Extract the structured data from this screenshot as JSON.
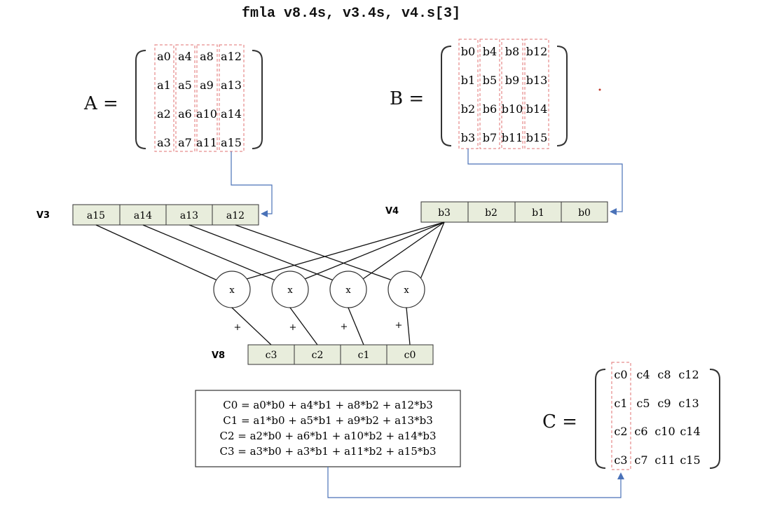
{
  "instruction": "fmla v8.4s, v3.4s, v4.s[3]",
  "matrix_a": {
    "label": "A =",
    "rows": [
      [
        "a0",
        "a4",
        "a8",
        "a12"
      ],
      [
        "a1",
        "a5",
        "a9",
        "a13"
      ],
      [
        "a2",
        "a6",
        "a10",
        "a14"
      ],
      [
        "a3",
        "a7",
        "a11",
        "a15"
      ]
    ]
  },
  "matrix_b": {
    "label": "B =",
    "rows": [
      [
        "b0",
        "b4",
        "b8",
        "b12"
      ],
      [
        "b1",
        "b5",
        "b9",
        "b13"
      ],
      [
        "b2",
        "b6",
        "b10",
        "b14"
      ],
      [
        "b3",
        "b7",
        "b11",
        "b15"
      ]
    ]
  },
  "matrix_c": {
    "label": "C =",
    "rows": [
      [
        "c0",
        "c4",
        "c8",
        "c12"
      ],
      [
        "c1",
        "c5",
        "c9",
        "c13"
      ],
      [
        "c2",
        "c6",
        "c10",
        "c14"
      ],
      [
        "c3",
        "c7",
        "c11",
        "c15"
      ]
    ]
  },
  "registers": {
    "v3": {
      "label": "V3",
      "cells": [
        "a15",
        "a14",
        "a13",
        "a12"
      ]
    },
    "v4": {
      "label": "V4",
      "cells": [
        "b3",
        "b2",
        "b1",
        "b0"
      ]
    },
    "v8": {
      "label": "V8",
      "cells": [
        "c3",
        "c2",
        "c1",
        "c0"
      ]
    }
  },
  "multipliers": [
    "x",
    "x",
    "x",
    "x"
  ],
  "plus_signs": [
    "+",
    "+",
    "+",
    "+"
  ],
  "formulas": [
    "C0 = a0*b0 + a4*b1 + a8*b2 + a12*b3",
    "C1 = a1*b0 + a5*b1 + a9*b2 + a13*b3",
    "C2 = a2*b0 + a6*b1 + a10*b2 + a14*b3",
    "C3 = a3*b0 + a3*b1 + a11*b2 + a15*b3"
  ],
  "colors": {
    "register_fill": "#e8eddc",
    "dashed_highlight": "#e07070",
    "arrow": "#4a72b8",
    "line": "#111111"
  }
}
